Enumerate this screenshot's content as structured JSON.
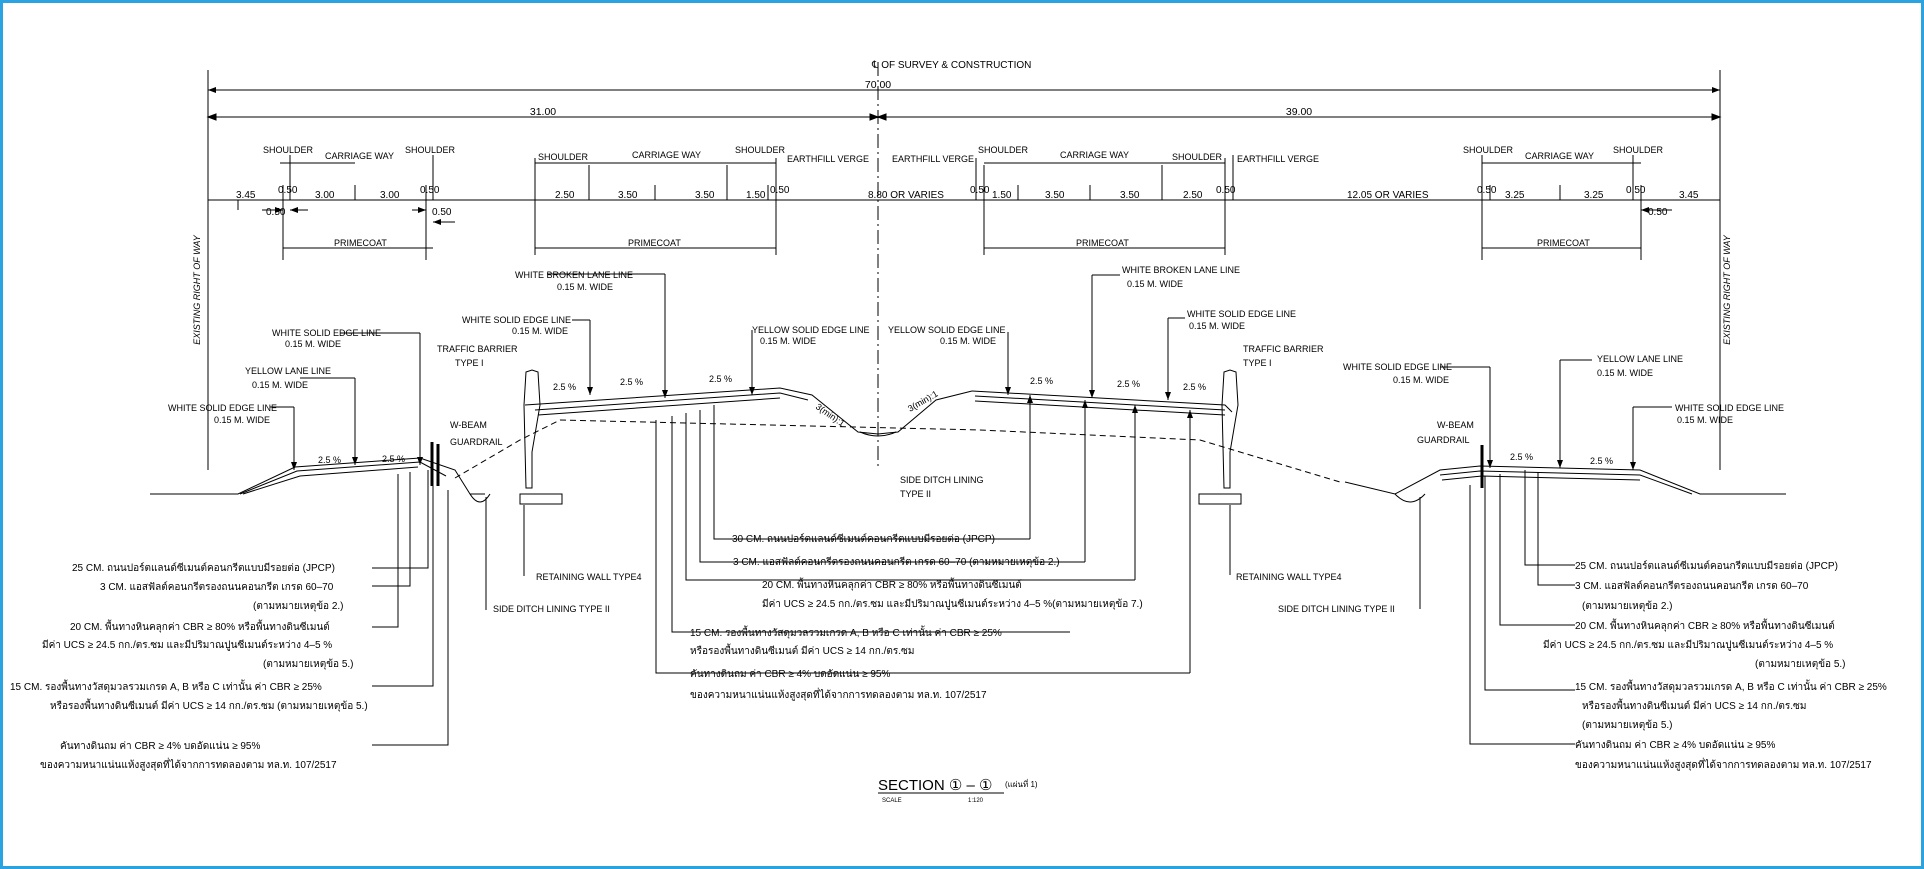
{
  "top": {
    "centerline_label": "℄ OF SURVEY & CONSTRUCTION",
    "total_width": "70.00",
    "left_width": "31.00",
    "right_width": "39.00"
  },
  "row_right_of_way": "EXISTING RIGHT OF WAY",
  "left_road": {
    "shoulder": "SHOULDER",
    "carriage": "CARRIAGE WAY",
    "d_345": "3.45",
    "d_050a": "0.50",
    "d_300a": "3.00",
    "d_300b": "3.00",
    "d_050b": "0.50",
    "d_050c": "0.50",
    "d_050d": "0.50",
    "primecoat": "PRIMECOAT"
  },
  "center_left": {
    "shoulder": "SHOULDER",
    "carriage": "CARRIAGE WAY",
    "earthfill": "EARTHFILL VERGE",
    "d_250": "2.50",
    "d_350a": "3.50",
    "d_350b": "3.50",
    "d_150": "1.50",
    "d_050": "0.50",
    "primecoat": "PRIMECOAT"
  },
  "median": {
    "varies": "8.80 OR VARIES"
  },
  "center_right": {
    "shoulder": "SHOULDER",
    "carriage": "CARRIAGE WAY",
    "earthfill": "EARTHFILL VERGE",
    "d_050a": "0.50",
    "d_150": "1.50",
    "d_350a": "3.50",
    "d_350b": "3.50",
    "d_250": "2.50",
    "d_050b": "0.50",
    "primecoat": "PRIMECOAT",
    "earthfill2": "EARTHFILL VERGE"
  },
  "right_road": {
    "varies": "12.05  OR VARIES",
    "shoulder": "SHOULDER",
    "carriage": "CARRIAGE WAY",
    "d_050a": "0.50",
    "d_325a": "3.25",
    "d_325b": "3.25",
    "d_050b": "0.50",
    "d_345": "3.45",
    "d_050c": "0.50",
    "primecoat": "PRIMECOAT"
  },
  "labels": {
    "wbl_l1": "WHITE BROKEN LANE LINE",
    "wbl_l2": "0.15  M.  WIDE",
    "wbr_l1": "WHITE BROKEN LANE LINE",
    "wbr_l2": "0.15  M.  WIDE",
    "wse_c1": "WHITE SOLID EDGE LINE",
    "wse_c2": "0.15  M.  WIDE",
    "wse_l1": "WHITE SOLID EDGE LINE",
    "wse_l2": "0.15  M.  WIDE",
    "yl_l1": "YELLOW LANE LINE",
    "yl_l2": "0.15  M.  WIDE",
    "wse_o1": "WHITE SOLID EDGE LINE",
    "wse_o2": "0.15  M.  WIDE",
    "tb_l1": "TRAFFIC BARRIER",
    "tb_l2": "TYPE I",
    "wbg_l1": "W-BEAM",
    "wbg_l2": "GUARDRAIL",
    "yse_l1": "YELLOW SOLID EDGE LINE",
    "yse_l2": "0.15  M.  WIDE",
    "yse_r1": "YELLOW SOLID EDGE LINE",
    "yse_r2": "0.15  M.  WIDE",
    "wse_cr1": "WHITE SOLID EDGE LINE",
    "wse_cr2": "0.15  M.  WIDE",
    "tb_r1": "TRAFFIC BARRIER",
    "tb_r2": "TYPE I",
    "wse_r1": "WHITE SOLID EDGE LINE",
    "wse_r2": "0.15  M.  WIDE",
    "yl_r1": "YELLOW LANE LINE",
    "yl_r2": "0.15  M.  WIDE",
    "wse_ro1": "WHITE SOLID EDGE LINE",
    "wse_ro2": "0.15  M.  WIDE",
    "wbg_r1": "W-BEAM",
    "wbg_r2": "GUARDRAIL",
    "slope_l": "3(min):1",
    "slope_r": "3(min):1",
    "ditch_c1": "SIDE DITCH LINING",
    "ditch_c2": "TYPE II",
    "rw_l": "RETAINING WALL TYPE4",
    "rw_r": "RETAINING WALL TYPE4",
    "ditch_l": "SIDE DITCH LINING TYPE II",
    "ditch_r": "SIDE DITCH LINING TYPE II",
    "grade": "2.5 %"
  },
  "notes_left": [
    "25  CM.  ถนนปอร์ตแลนด์ซีเมนต์คอนกรีตแบบมีรอยต่อ (JPCP)",
    "3  CM.  แอสฟัลต์คอนกรีตรองถนนคอนกรีต  เกรด  60–70",
    "(ตามหมายเหตุข้อ  2.)",
    "20  CM.  พื้นทางหินคลุกค่า  CBR  ≥  80%  หรือพื้นทางดินซีเมนต์",
    "มีค่า  UCS  ≥  24.5  กก./ตร.ซม  และมีปริมาณปูนซีเมนต์ระหว่าง  4–5  %",
    "(ตามหมายเหตุข้อ  5.)",
    "15  CM.  รองพื้นทางวัสดุมวลรวมเกรด  A, B  หรือ  C  เท่านั้น  ค่า  CBR  ≥  25%",
    "หรือรองพื้นทางดินซีเมนต์  มีค่า  UCS  ≥  14  กก./ตร.ซม  (ตามหมายเหตุข้อ  5.)",
    "คันทางดินถม  ค่า  CBR  ≥  4%  บดอัดแน่น  ≥  95%",
    "ของความหนาแน่นแห้งสูงสุดที่ได้จากการทดลองตาม  ทล.ท.  107/2517"
  ],
  "notes_center": [
    "30  CM.  ถนนปอร์ตแลนด์ซีเมนต์คอนกรีตแบบมีรอยต่อ  (JPCP)",
    "3  CM.  แอสฟัลต์คอนกรีตรองถนนคอนกรีต  เกรด  60–70  (ตามหมายเหตุข้อ  2.)",
    "20  CM.  พื้นทางหินคลุกค่า  CBR  ≥  80%  หรือพื้นทางดินซีเมนต์",
    "มีค่า  UCS  ≥  24.5  กก./ตร.ซม  และมีปริมาณปูนซีเมนต์ระหว่าง  4–5  %(ตามหมายเหตุข้อ  7.)",
    "15  CM.  รองพื้นทางวัสดุมวลรวมเกรด  A, B  หรือ  C  เท่านั้น  ค่า  CBR  ≥  25%",
    "หรือรองพื้นทางดินซีเมนต์  มีค่า  UCS  ≥  14  กก./ตร.ซม",
    "คันทางดินถม  ค่า  CBR  ≥  4%  บดอัดแน่น  ≥  95%",
    "ของความหนาแน่นแห้งสูงสุดที่ได้จากการทดลองตาม  ทล.ท.  107/2517"
  ],
  "notes_right": [
    "25  CM.  ถนนปอร์ตแลนด์ซีเมนต์คอนกรีตแบบมีรอยต่อ  (JPCP)",
    "3  CM.  แอสฟัลต์คอนกรีตรองถนนคอนกรีต  เกรด  60–70",
    "(ตามหมายเหตุข้อ  2.)",
    "20  CM.  พื้นทางหินคลุกค่า  CBR  ≥  80%  หรือพื้นทางดินซีเมนต์",
    "มีค่า  UCS  ≥  24.5  กก./ตร.ซม  และมีปริมาณปูนซีเมนต์ระหว่าง  4–5  %",
    "(ตามหมายเหตุข้อ  5.)",
    "15  CM.  รองพื้นทางวัสดุมวลรวมเกรด  A, B  หรือ  C  เท่านั้น  ค่า  CBR  ≥  25%",
    "หรือรองพื้นทางดินซีเมนต์  มีค่า  UCS  ≥  14  กก./ตร.ซม",
    "(ตามหมายเหตุข้อ  5.)",
    "คันทางดินถม  ค่า  CBR  ≥  4%  บดอัดแน่น  ≥  95%",
    "ของความหนาแน่นแห้งสูงสุดที่ได้จากการทดลองตาม  ทล.ท.  107/2517"
  ],
  "title": {
    "section": "SECTION ① – ①",
    "sheet": "(แผ่นที่ 1)",
    "scale_label": "SCALE",
    "scale_value": "1:120"
  },
  "colors": {
    "frame": "#2aa3e0",
    "line": "#000000"
  }
}
